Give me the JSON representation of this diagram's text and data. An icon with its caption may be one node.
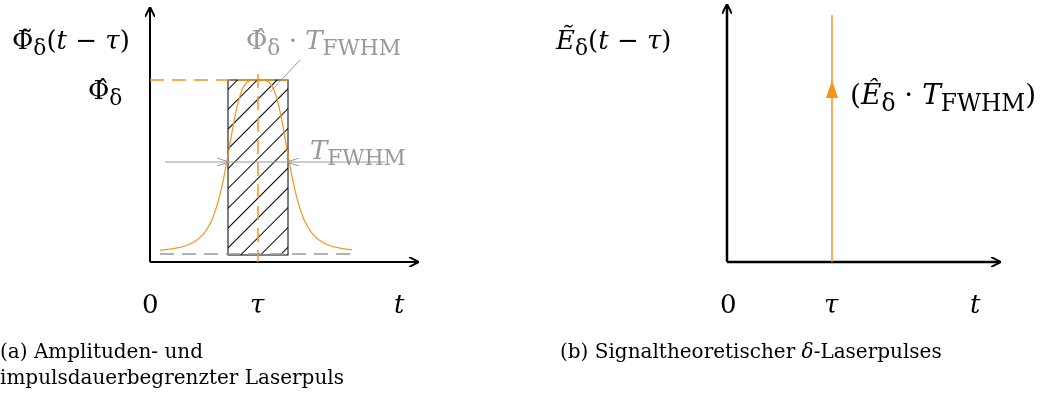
{
  "diagram": {
    "nodes": [
      {
        "text": [
          "Φ̂$_{δ}$ · *T*$_{FWHM}$"
        ]
      },
      {
        "text": [],
        "shape": "box"
      }
    ],
    "edges": [
      {
        "from": 0,
        "to": 1,
        "arrow": "none"
      }
    ],
    "labels": [
      "Φ̃$_{δ}$(*t* − *τ*)",
      "Φ̂$_{δ}$",
      "*T*$_{FWHM}$",
      "0",
      "*τ*",
      "*t*",
      "(a) Amplituden- und impulsdauerbegrenzter Laserpuls",
      "*Ẽ*$_{δ}$(*t* − *τ*)",
      "(*Ê*$_{δ}$ · *T*$_{FWHM}$)",
      "0",
      "*τ*",
      "*t*",
      "(b) Signaltheoretischer *δ*-Laserpulses"
    ]
  }
}
